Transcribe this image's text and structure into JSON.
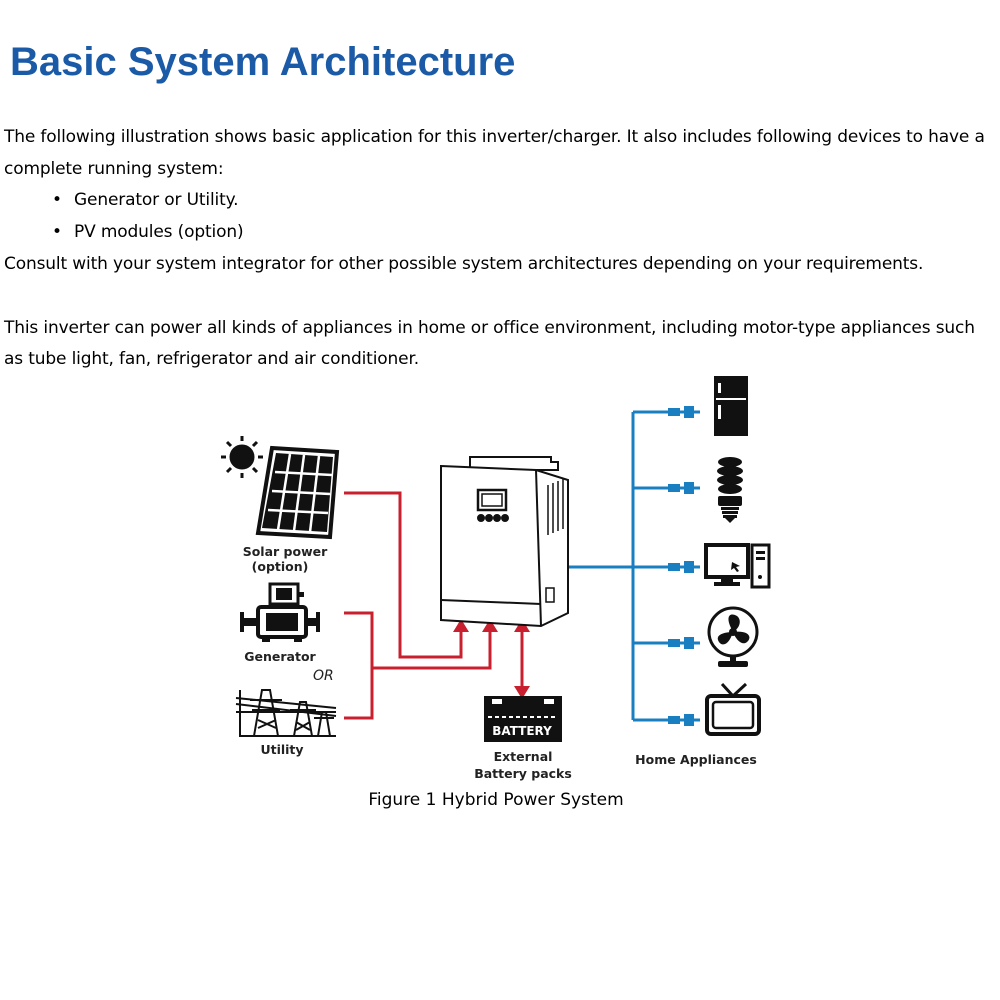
{
  "heading": "Basic System Architecture",
  "intro": {
    "paragraph1": "The following illustration shows basic application for this inverter/charger. It also includes following devices to have a complete running system:",
    "bullets": [
      "Generator or Utility.",
      "PV modules (option)"
    ],
    "paragraph2": "Consult with your system integrator for other possible system architectures depending on your requirements.",
    "paragraph3": "This inverter can power all kinds of appliances in home or office environment, including motor-type appliances such as tube light, fan, refrigerator and air conditioner."
  },
  "figure": {
    "labels": {
      "solar_line1": "Solar power",
      "solar_line2": "(option)",
      "generator": "Generator",
      "or": "OR",
      "utility": "Utility",
      "battery": "BATTERY",
      "battery_line1": "External",
      "battery_line2": "Battery packs",
      "home_appliances": "Home Appliances"
    },
    "caption": "Figure 1 Hybrid Power System",
    "colors": {
      "heading": "#1a5aa6",
      "ac_line": "#c8202e",
      "output_line": "#1a7fc1"
    },
    "icons": [
      "sun-icon",
      "solar-panel-icon",
      "generator-icon",
      "utility-tower-icon",
      "inverter-icon",
      "battery-icon",
      "refrigerator-icon",
      "cfl-bulb-icon",
      "computer-icon",
      "fan-icon",
      "tv-icon"
    ]
  }
}
